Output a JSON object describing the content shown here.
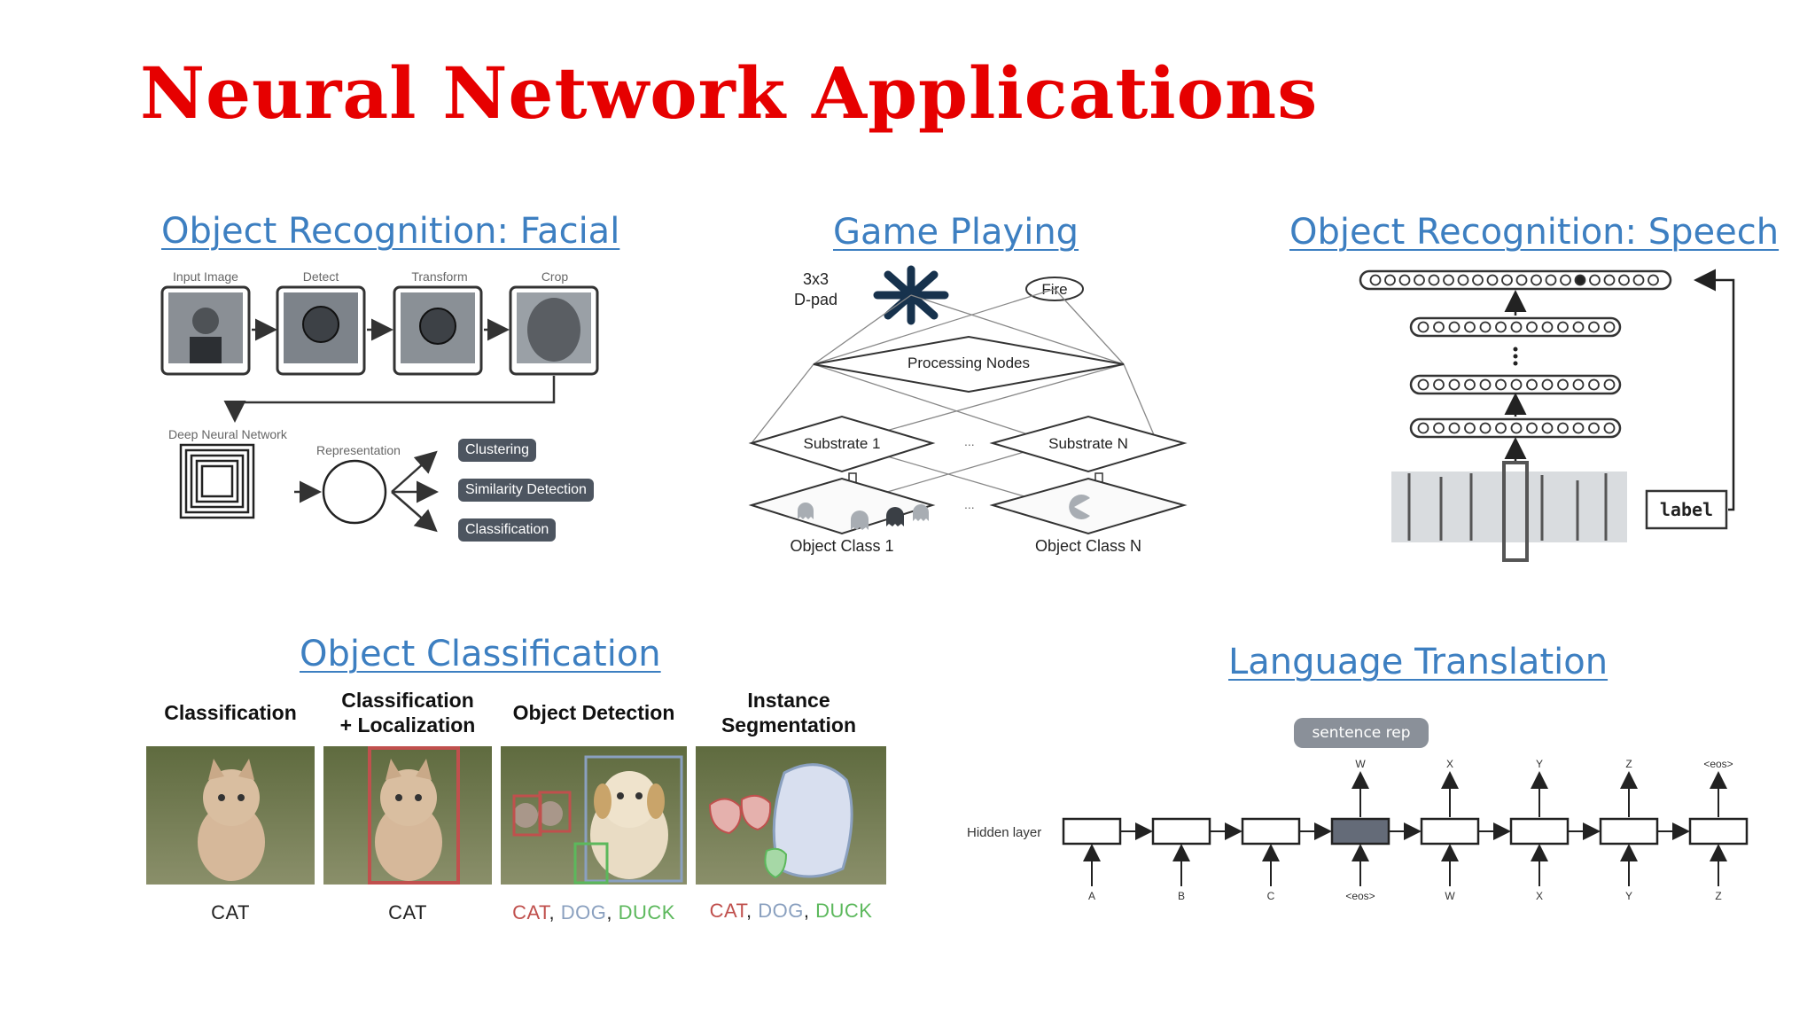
{
  "title": "Neural Network Applications",
  "colors": {
    "title": "#e60000",
    "link": "#3d7fc1",
    "cat": "#c0504d",
    "dog": "#8aa0bf",
    "duck": "#5cb85c"
  },
  "facial": {
    "heading": "Object Recognition: Facial",
    "steps": [
      "Input Image",
      "Detect",
      "Transform",
      "Crop"
    ],
    "dnn_label": "Deep Neural Network",
    "rep_label": "Representation",
    "outputs": [
      "Clustering",
      "Similarity Detection",
      "Classification"
    ]
  },
  "game": {
    "heading": "Game Playing",
    "dpad": [
      "3x3",
      "D-pad"
    ],
    "fire": "Fire",
    "processing": "Processing Nodes",
    "substrate1": "Substrate 1",
    "substrateN": "Substrate N",
    "class1": "Object Class 1",
    "classN": "Object Class N",
    "ellipsis": "..."
  },
  "speech": {
    "heading": "Object Recognition: Speech",
    "label": "label"
  },
  "classification": {
    "heading": "Object Classification",
    "columns": [
      {
        "head1": "Classification",
        "head2": "",
        "caption": "CAT"
      },
      {
        "head1": "Classification",
        "head2": "+ Localization",
        "caption": "CAT"
      },
      {
        "head1": "Object Detection",
        "head2": "",
        "caption": ""
      },
      {
        "head1": "Instance",
        "head2": "Segmentation",
        "caption": ""
      }
    ],
    "multi": {
      "cat": "CAT",
      "dog": "DOG",
      "duck": "DUCK",
      "sep": ", "
    }
  },
  "translation": {
    "heading": "Language Translation",
    "pill": "sentence rep",
    "hidden": "Hidden layer",
    "inputs": [
      "A",
      "B",
      "C",
      "<eos>",
      "W",
      "X",
      "Y",
      "Z"
    ],
    "outputs": [
      "W",
      "X",
      "Y",
      "Z",
      "<eos>"
    ]
  }
}
